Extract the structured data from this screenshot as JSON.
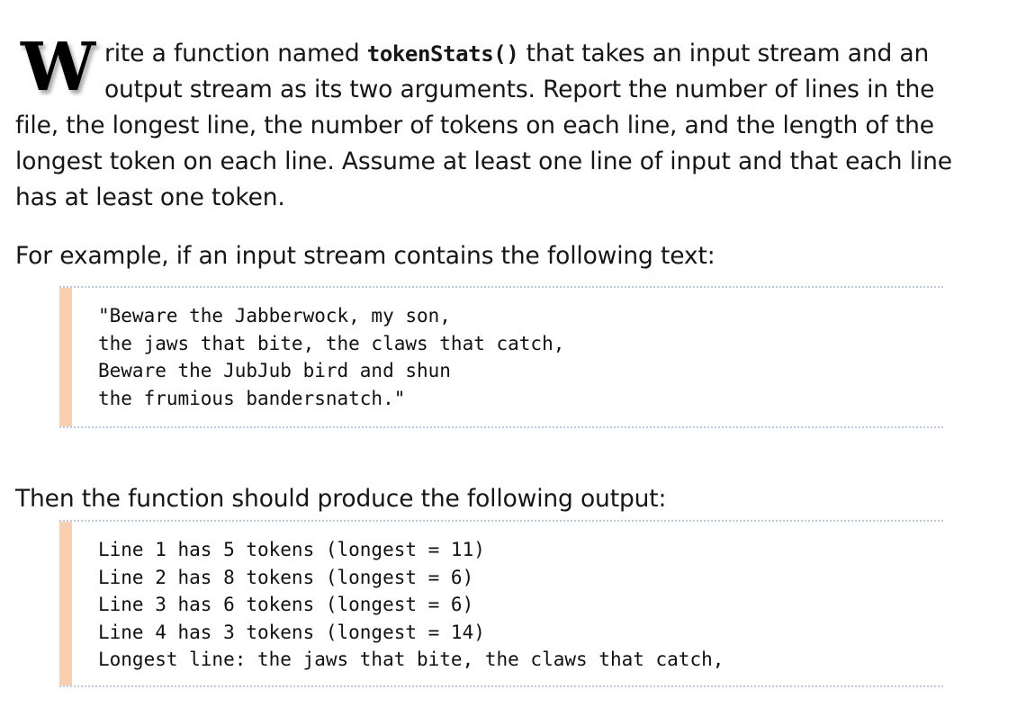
{
  "document": {
    "paragraphs": {
      "intro_dropcap": "W",
      "intro_before_code": "rite a function named ",
      "intro_code": "tokenStats()",
      "intro_after_code": " that takes an input stream and an output stream as its two arguments. Report the number of lines in the file, the longest line, the number of tokens on each line, and the length of the longest token on each line. Assume at least one line of input and that each line has at least one token.",
      "example_intro": "For example, if an input stream contains the following text:",
      "output_intro": "Then the function should produce the following output:"
    },
    "code_blocks": [
      {
        "name": "input-stream-sample",
        "lines": [
          "\"Beware the Jabberwock, my son,",
          "the jaws that bite, the claws that catch,",
          "Beware the JubJub bird and shun",
          "the frumious bandersnatch.\""
        ],
        "text": "\"Beware the Jabberwock, my son,\nthe jaws that bite, the claws that catch,\nBeware the JubJub bird and shun\nthe frumious bandersnatch.\""
      },
      {
        "name": "expected-output-sample",
        "lines": [
          "Line 1 has 5 tokens (longest = 11)",
          "Line 2 has 8 tokens (longest = 6)",
          "Line 3 has 6 tokens (longest = 6)",
          "Line 4 has 3 tokens (longest = 14)",
          "Longest line: the jaws that bite, the claws that catch,"
        ],
        "text": "Line 1 has 5 tokens (longest = 11)\nLine 2 has 8 tokens (longest = 6)\nLine 3 has 6 tokens (longest = 6)\nLine 4 has 3 tokens (longest = 14)\nLongest line: the jaws that bite, the claws that catch,"
      }
    ],
    "colors": {
      "accent_bar": "#f8d0b0",
      "code_border": "#b9cbe8",
      "text": "#161616",
      "background": "#ffffff"
    }
  }
}
